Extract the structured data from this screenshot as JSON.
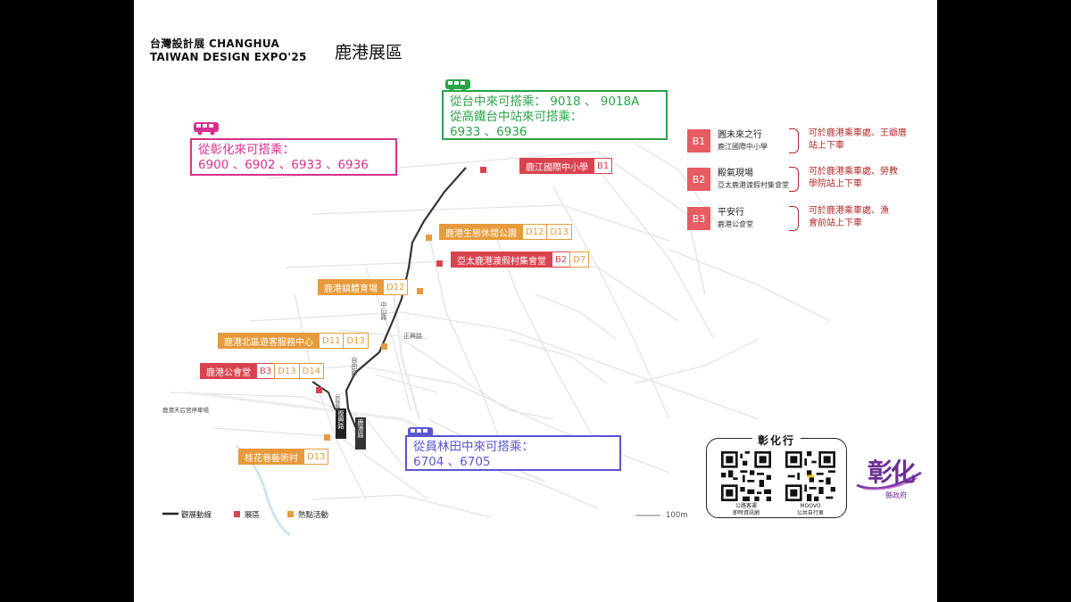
{
  "header": {
    "logo_line1": "台灣設計展 CHANGHUA",
    "logo_line2": "TAIWAN DESIGN EXPO'25",
    "area_title": "鹿港展區"
  },
  "bus_boxes": {
    "changhua": {
      "line1": "從彰化來可搭乘：",
      "line2": "6900 、6902 、6933 、6936",
      "color": "#d6308f"
    },
    "taichung": {
      "line1": "從台中來可搭乘： 9018 、 9018A",
      "line2": "從高鐵台中站來可搭乘：",
      "line3": "6933 、6936",
      "color": "#2aa34a"
    },
    "yuanlin": {
      "line1": "從員林田中來可搭乘：",
      "line2": "6704 、6705",
      "color": "#5a55d1"
    }
  },
  "map_labels": {
    "lukang_elem": {
      "name": "鹿江國際中小學",
      "codes": [
        "B1"
      ]
    },
    "eco_park": {
      "name": "鹿港生態休閒公園",
      "codes": [
        "D12",
        "D13"
      ]
    },
    "asia_pacific": {
      "name": "亞太鹿港渡假村集會堂",
      "codes": [
        "B2",
        "D7"
      ]
    },
    "gym": {
      "name": "鹿港鎮體育場",
      "codes": [
        "D12"
      ]
    },
    "visitor_center": {
      "name": "鹿港北區遊客服務中心",
      "codes": [
        "D11",
        "D13"
      ]
    },
    "town_hall": {
      "name": "鹿港公會堂",
      "codes": [
        "B3",
        "D13",
        "D14"
      ]
    },
    "guihua": {
      "name": "桂花巷藝術村",
      "codes": [
        "D13"
      ]
    },
    "parking": "鹿港天后宮停車場",
    "street_zhongshan": "中山路",
    "street_zhengxing": "正興路",
    "street_ziyou": "自由路",
    "street_minzu": "民族路",
    "street_a": "鹿港路",
    "street_b": "復興路"
  },
  "venues": [
    {
      "badge": "B1",
      "name": "圓未來之行",
      "sub": "鹿江國際中小學",
      "note1": "可於鹿港乘車處、王爺厝",
      "note2": "站上下車"
    },
    {
      "badge": "B2",
      "name": "殿氣現場",
      "sub": "亞太鹿港渡假村集會堂",
      "note1": "可於鹿港乘車處、勞教",
      "note2": "學院站上下車"
    },
    {
      "badge": "B3",
      "name": "平安行",
      "sub": "鹿港公會堂",
      "note1": "可於鹿港乘車處、漁",
      "note2": "會前站上下車"
    }
  ],
  "legend": {
    "route": "觀展動線",
    "exhibition": "展區",
    "hotspot": "熱點活動",
    "scale": "100m"
  },
  "qr_card": {
    "title": "彰化行",
    "qr1_caption1": "公路客運",
    "qr1_caption2": "即時資訊網",
    "qr2_caption1": "MOOVO",
    "qr2_caption2": "公共自行車"
  },
  "gov_logo": {
    "main": "彰化",
    "sub": "縣政府"
  },
  "colors": {
    "red_label": "#d9434f",
    "orange_label": "#e69a3b",
    "venue_badge": "#e65c62",
    "note_red": "#b32525"
  }
}
